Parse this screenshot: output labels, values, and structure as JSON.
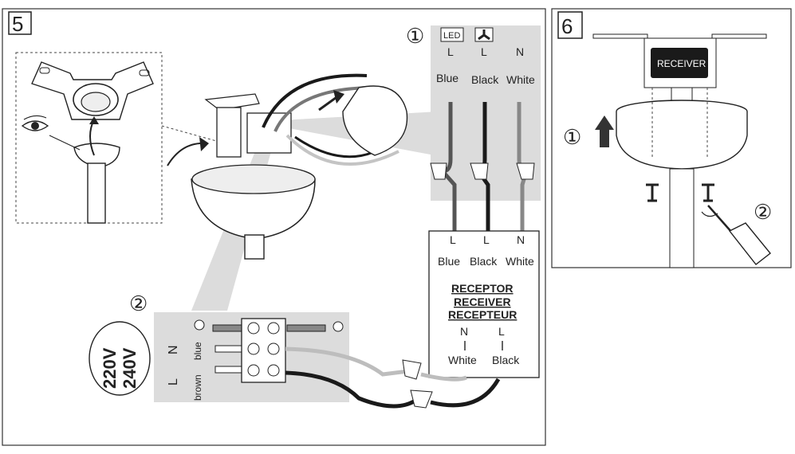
{
  "step5": {
    "number": "5",
    "callout1": {
      "number": "①",
      "led_badge": "LED",
      "terminals": [
        {
          "letter": "L",
          "color": "Blue"
        },
        {
          "letter": "L",
          "color": "Black"
        },
        {
          "letter": "N",
          "color": "White"
        }
      ]
    },
    "receiver_box": {
      "terminals": [
        {
          "letter": "L",
          "color": "Blue"
        },
        {
          "letter": "L",
          "color": "Black"
        },
        {
          "letter": "N",
          "color": "White"
        }
      ],
      "titles": [
        "RECEPTOR",
        "RECEIVER",
        "RECEPTEUR"
      ],
      "inputs": [
        {
          "letter": "N",
          "color": "White"
        },
        {
          "letter": "L",
          "color": "Black"
        }
      ]
    },
    "callout2": {
      "number": "②",
      "voltage_lines": [
        "220V",
        "240V"
      ],
      "mains": [
        {
          "letter": "N",
          "wire": "blue"
        },
        {
          "letter": "L",
          "wire": "brown"
        }
      ]
    }
  },
  "step6": {
    "number": "6",
    "receiver_label": "RECEIVER",
    "step1": "①",
    "step2": "②"
  },
  "colors": {
    "shade": "#dcdcdc",
    "wire_black": "#1a1a1a",
    "wire_grey": "#bdbdbd",
    "wire_dark": "#555555"
  }
}
